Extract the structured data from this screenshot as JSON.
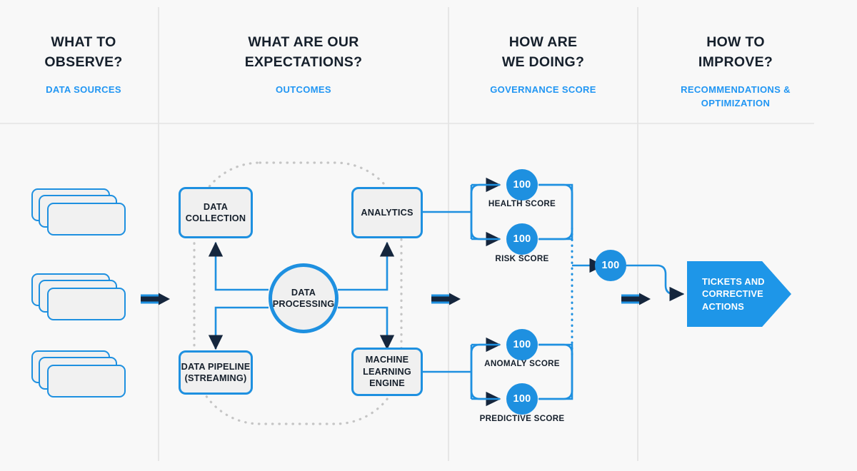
{
  "background": "#f8f8f8",
  "accent_blue": "#1e90e0",
  "accent_blue_bright": "#2196f3",
  "banner_blue": "#1e96e8",
  "dark_navy": "#15263d",
  "box_fill": "#f0f0f0",
  "columns": [
    {
      "title": "WHAT TO\nOBSERVE?",
      "subtitle": "DATA SOURCES"
    },
    {
      "title": "WHAT ARE OUR\nEXPECTATIONS?",
      "subtitle": "OUTCOMES"
    },
    {
      "title": "HOW ARE\nWE DOING?",
      "subtitle": "GOVERNANCE SCORE"
    },
    {
      "title": "HOW TO\nIMPROVE?",
      "subtitle": "RECOMMENDATIONS &\nOPTIMIZATION"
    }
  ],
  "data_sources": [
    {
      "name": "data-source-stack-1"
    },
    {
      "name": "data-source-stack-2"
    },
    {
      "name": "data-source-stack-3"
    }
  ],
  "process": {
    "data_collection": "DATA\nCOLLECTION",
    "analytics": "ANALYTICS",
    "data_processing": "DATA\nPROCESSING",
    "data_pipeline": "DATA PIPELINE\n(STREAMING)",
    "ml_engine": "MACHINE\nLEARNING\nENGINE"
  },
  "scores": {
    "health": {
      "value": "100",
      "label": "HEALTH SCORE"
    },
    "risk": {
      "value": "100",
      "label": "RISK SCORE"
    },
    "anomaly": {
      "value": "100",
      "label": "ANOMALY SCORE"
    },
    "predictive": {
      "value": "100",
      "label": "PREDICTIVE SCORE"
    },
    "aggregate": {
      "value": "100",
      "label": ""
    }
  },
  "output": {
    "banner": "TICKETS AND\nCORRECTIVE\nACTIONS"
  }
}
